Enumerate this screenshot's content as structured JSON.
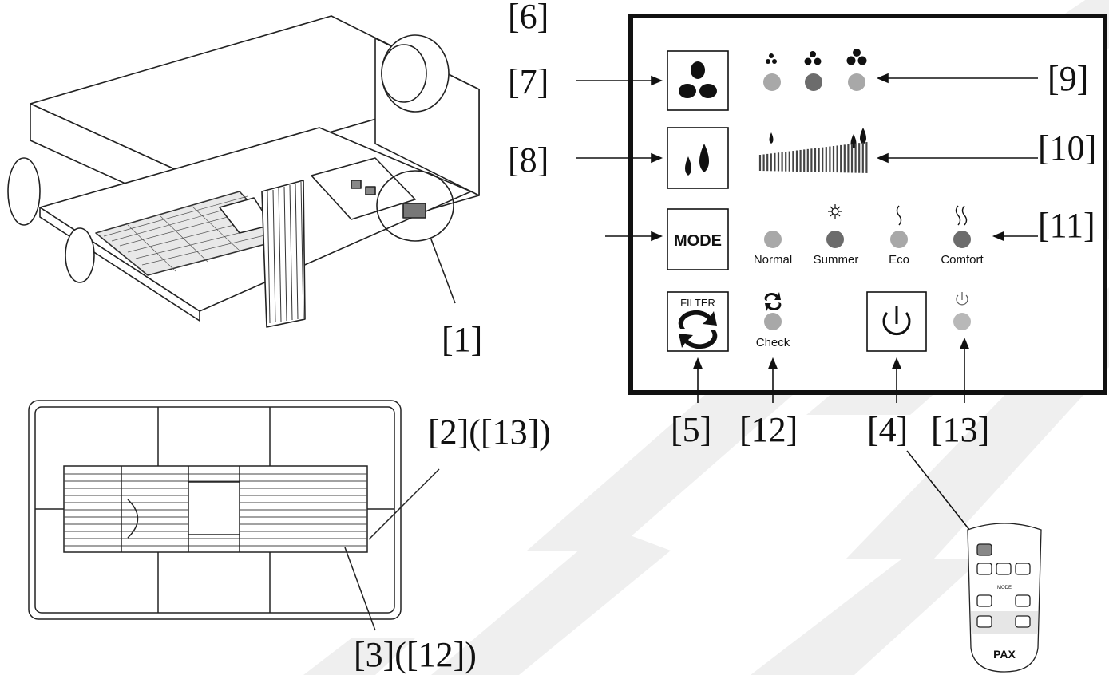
{
  "callouts": {
    "c1": "[1]",
    "c2": "[2]([13])",
    "c3": "[3]([12])",
    "c4": "[4]",
    "c5": "[5]",
    "c6": "[6]",
    "c7": "[7]",
    "c8": "[8]",
    "c9": "[9]",
    "c10": "[10]",
    "c11": "[11]",
    "c12": "[12]",
    "c13": "[13]"
  },
  "panel": {
    "mode_button_label": "MODE",
    "filter_button_label": "FILTER",
    "mode_options": [
      "Normal",
      "Summer",
      "Eco",
      "Comfort"
    ],
    "check_label": "Check"
  },
  "remote": {
    "brand": "PAX",
    "mode_caption": "MODE"
  },
  "colors": {
    "led_grey_light": "#a8a8a8",
    "led_grey_dark": "#6c6c6c",
    "outline": "#111111",
    "watermark": "#efefef",
    "bracket_orange": "#e8961e"
  }
}
